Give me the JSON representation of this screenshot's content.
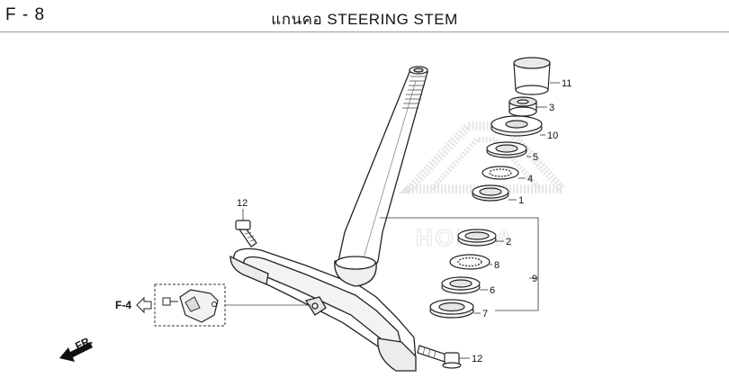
{
  "header": {
    "page_code": "F - 8",
    "title": "แกนคอ  STEERING STEM"
  },
  "reference": {
    "label": "F-4"
  },
  "direction": {
    "label": "FR."
  },
  "watermark": {
    "text": "HONDA"
  },
  "callouts": {
    "c11": "11",
    "c3": "3",
    "c10": "10",
    "c5": "5",
    "c4": "4",
    "c1": "1",
    "c2": "2",
    "c8": "8",
    "c6": "6",
    "c7": "7",
    "c9": "9",
    "c12_top": "12",
    "c12_bottom": "12"
  }
}
